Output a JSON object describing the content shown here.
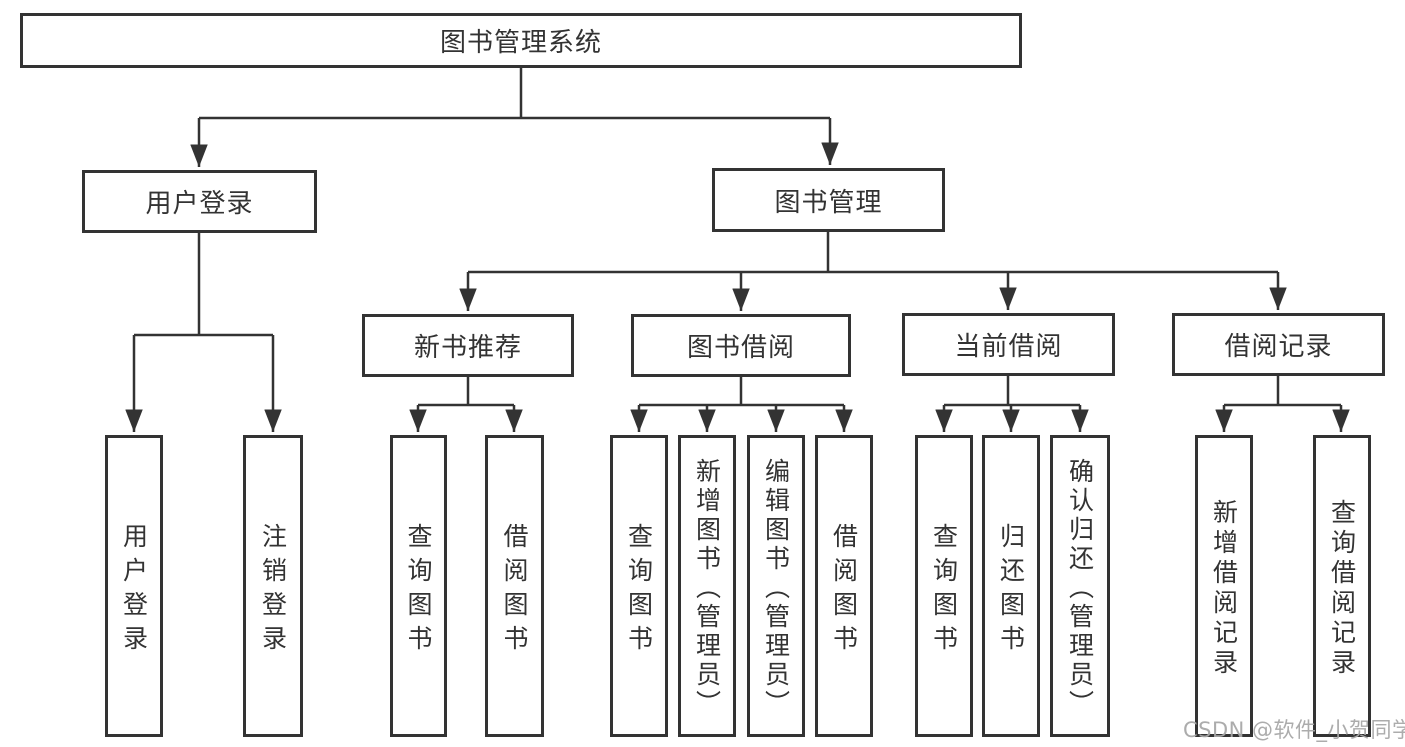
{
  "colors": {
    "line": "#333333",
    "box_border": "#333333",
    "text": "#333333",
    "background": "#ffffff",
    "watermark": "#a8a8a8"
  },
  "tree": {
    "root": {
      "label": "图书管理系统"
    },
    "branches": [
      {
        "label": "用户登录",
        "children": [
          {
            "label": "用户登录"
          },
          {
            "label": "注销登录"
          }
        ]
      },
      {
        "label": "图书管理",
        "children": [
          {
            "label": "新书推荐",
            "children": [
              {
                "label": "查询图书"
              },
              {
                "label": "借阅图书"
              }
            ]
          },
          {
            "label": "图书借阅",
            "children": [
              {
                "label": "查询图书"
              },
              {
                "label": "新增图书（管理员）"
              },
              {
                "label": "编辑图书（管理员）"
              },
              {
                "label": "借阅图书"
              }
            ]
          },
          {
            "label": "当前借阅",
            "children": [
              {
                "label": "查询图书"
              },
              {
                "label": "归还图书"
              },
              {
                "label": "确认归还（管理员）"
              }
            ]
          },
          {
            "label": "借阅记录",
            "children": [
              {
                "label": "新增借阅记录"
              },
              {
                "label": "查询借阅记录"
              }
            ]
          }
        ]
      }
    ]
  },
  "watermark": {
    "text": "CSDN @软件_小贺同学"
  }
}
